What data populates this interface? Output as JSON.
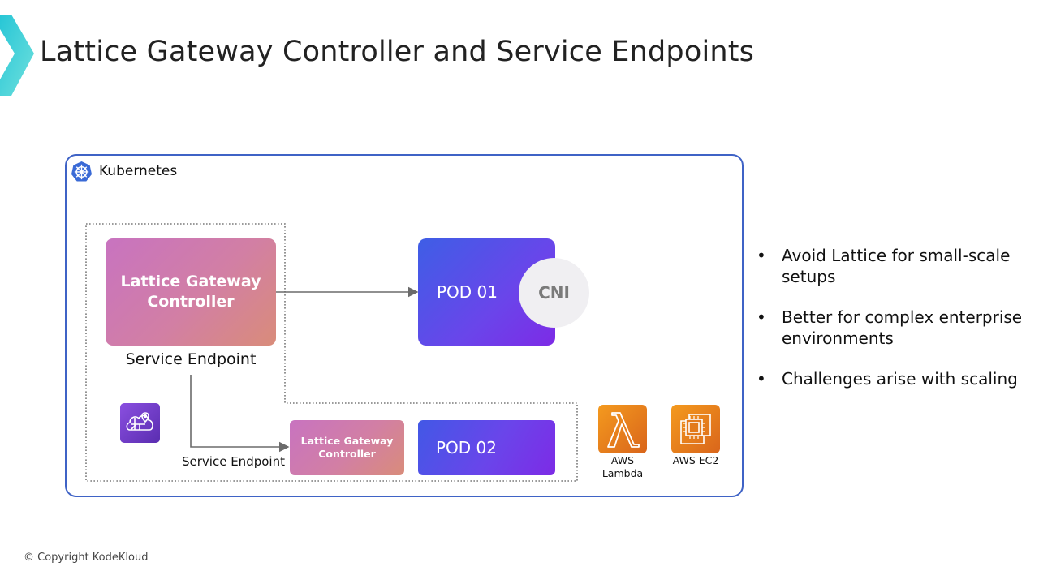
{
  "slide": {
    "title": "Lattice Gateway Controller and Service Endpoints",
    "copyright": "© Copyright KodeKloud"
  },
  "diagram": {
    "container": {
      "label": "Kubernetes",
      "icon": "kubernetes-helm-icon"
    },
    "controller_main": {
      "label_line1": "Lattice Gateway",
      "label_line2": "Controller",
      "caption": "Service Endpoint"
    },
    "pod01": {
      "label": "POD 01",
      "badge": "CNI"
    },
    "lattice_service_icon": "vpc-lattice-icon",
    "controller_secondary": {
      "label_line1": "Lattice Gateway",
      "label_line2": "Controller",
      "caption": "Service Endpoint"
    },
    "pod02": {
      "label": "POD 02"
    },
    "aws_services": [
      {
        "name_line1": "AWS",
        "name_line2": "Lambda",
        "icon": "lambda-icon"
      },
      {
        "name_line1": "AWS EC2",
        "name_line2": "",
        "icon": "ec2-chip-icon"
      }
    ],
    "colors": {
      "container_border": "#3f63c6",
      "controller_gradient": [
        "#c873c0",
        "#d98c7a"
      ],
      "pod_gradient": [
        "#3e5ee6",
        "#7d2be6"
      ],
      "aws_orange": [
        "#f49a1e",
        "#d9651b"
      ],
      "cni_fill": "#f0eff2"
    }
  },
  "bullets": [
    {
      "mark": "•",
      "text": "Avoid Lattice for small-scale setups"
    },
    {
      "mark": "•",
      "text": "Better for complex enterprise environments"
    },
    {
      "mark": "•",
      "text": "Challenges arise with scaling"
    }
  ]
}
